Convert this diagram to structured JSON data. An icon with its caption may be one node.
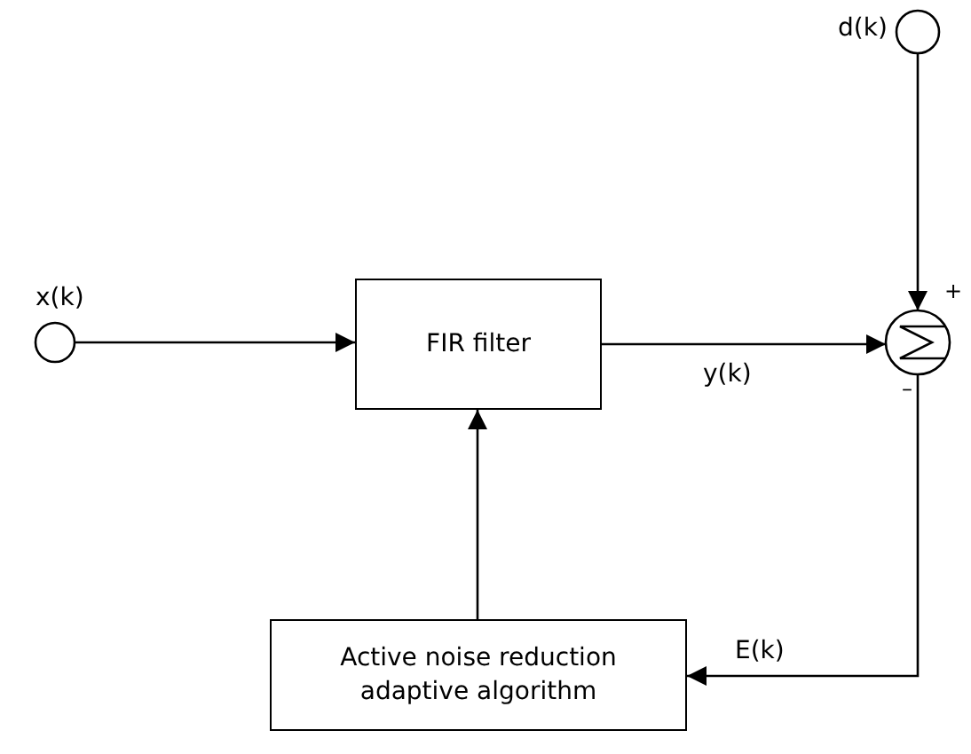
{
  "diagram": {
    "nodes": [
      {
        "text": [],
        "shape": "circle",
        "beside": [
          "x(k)"
        ]
      },
      {
        "text": [
          "FIR filter"
        ]
      },
      {
        "text": [],
        "shape": "circle",
        "beside": [
          "d(k)"
        ]
      },
      {
        "text": [],
        "shape": "circle"
      },
      {
        "text": [
          "Active noise reduction adaptive algorithm"
        ]
      }
    ],
    "edges": [
      {
        "from": 0,
        "to": 1,
        "arrow": "to"
      },
      {
        "from": 2,
        "to": 3,
        "arrow": "to"
      },
      {
        "from": 1,
        "to": 3,
        "arrow": "to",
        "label": "y(k)"
      },
      {
        "from": 3,
        "to": 4,
        "arrow": "to",
        "label": "E(k)"
      },
      {
        "from": 4,
        "to": 1,
        "arrow": "to"
      }
    ],
    "labels": [
      "+",
      "–"
    ]
  }
}
